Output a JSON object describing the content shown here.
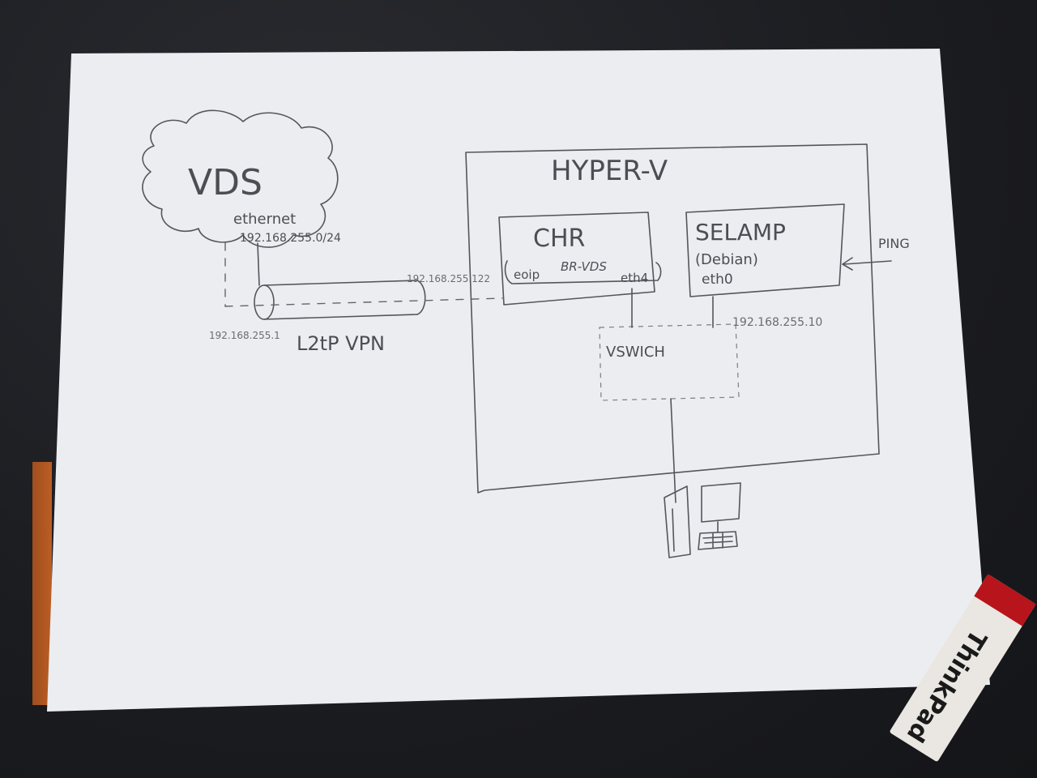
{
  "diagram": {
    "cloud_label": "VDS",
    "cloud_iface": "ethernet",
    "cloud_subnet": "192.168.255.0/24",
    "vpn_label": "L2tP VPN",
    "vpn_left_ip": "192.168.255.1",
    "vpn_right_ip": "192.168.255.122",
    "hyperv_label": "HYPER-V",
    "chr_label": "CHR",
    "chr_eoip": "eoip",
    "chr_bridge": "BR-VDS",
    "chr_eth": "eth4",
    "selamp_label": "SELAMP",
    "selamp_os": "(Debian)",
    "selamp_eth": "eth0",
    "selamp_ip": "192.168.255.10",
    "ping_label": "PING",
    "vswitch_label": "VSWICH"
  },
  "sticker": {
    "brand": "ThinkPad",
    "color": "#b7141b"
  },
  "colors": {
    "paper": "#ecedf0",
    "ink": "#54565c",
    "background": "#1b1c20"
  }
}
